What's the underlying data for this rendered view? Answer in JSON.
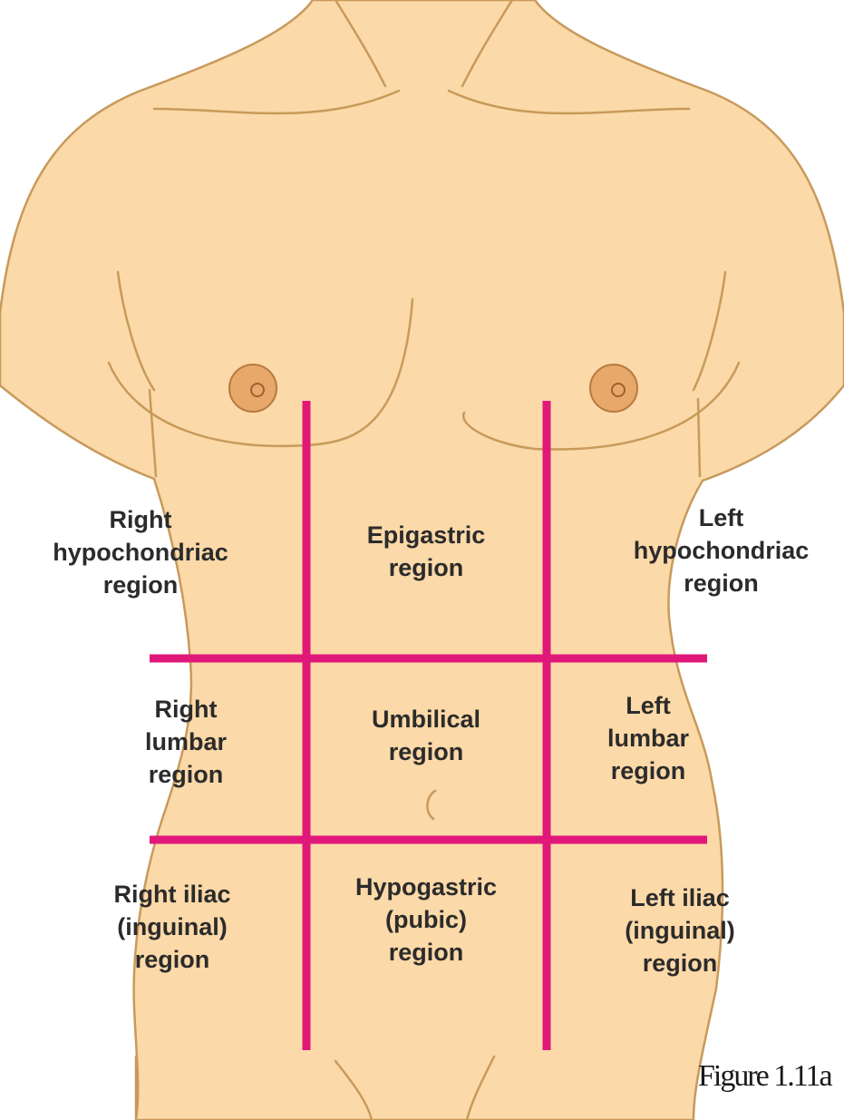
{
  "colors": {
    "skin": "#fcd9a8",
    "outline": "#c89a5b",
    "nipple": "#e8a86a",
    "grid_lines": "#e0187a",
    "label_text": "#2b2b2b"
  },
  "regions": {
    "right_hypochondriac": [
      "Right",
      "hypochondriac",
      "region"
    ],
    "epigastric": [
      "Epigastric",
      "region"
    ],
    "left_hypochondriac": [
      "Left",
      "hypochondriac",
      "region"
    ],
    "right_lumbar": [
      "Right",
      "lumbar",
      "region"
    ],
    "umbilical": [
      "Umbilical",
      "region"
    ],
    "left_lumbar": [
      "Left",
      "lumbar",
      "region"
    ],
    "right_iliac": [
      "Right iliac",
      "(inguinal)",
      "region"
    ],
    "hypogastric": [
      "Hypogastric",
      "(pubic)",
      "region"
    ],
    "left_iliac": [
      "Left iliac",
      "(inguinal)",
      "region"
    ]
  },
  "figure_label": "Figure 1.11a"
}
